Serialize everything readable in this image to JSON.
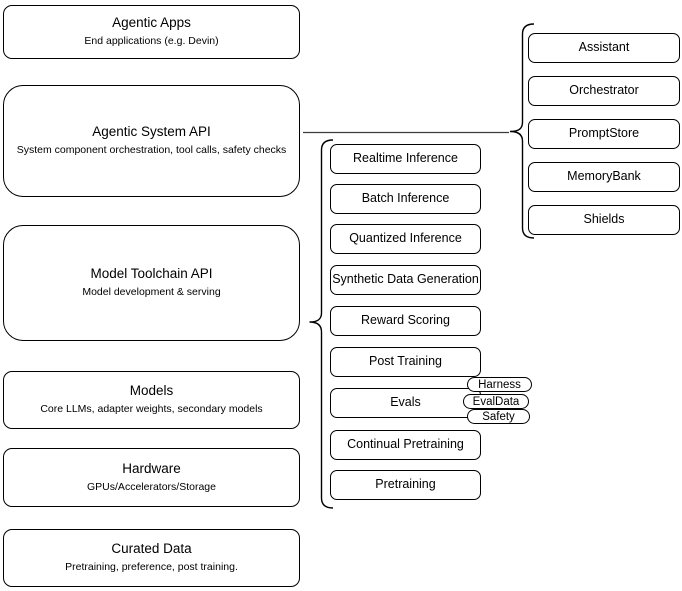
{
  "diagram": {
    "left_column": {
      "items": [
        {
          "title": "Agentic Apps",
          "subtitle": "End applications (e.g. Devin)"
        },
        {
          "title": "Agentic System API",
          "subtitle": "System component orchestration, tool calls, safety checks"
        },
        {
          "title": "Model Toolchain API",
          "subtitle": "Model development & serving"
        },
        {
          "title": "Models",
          "subtitle": "Core LLMs, adapter weights, secondary models"
        },
        {
          "title": "Hardware",
          "subtitle": "GPUs/Accelerators/Storage"
        },
        {
          "title": "Curated Data",
          "subtitle": "Pretraining, preference, post training."
        }
      ]
    },
    "toolchain_services": {
      "items": [
        {
          "label": "Realtime Inference"
        },
        {
          "label": "Batch Inference"
        },
        {
          "label": "Quantized Inference"
        },
        {
          "label": "Synthetic Data Generation"
        },
        {
          "label": "Reward Scoring"
        },
        {
          "label": "Post Training"
        },
        {
          "label": "Evals"
        },
        {
          "label": "Continual Pretraining"
        },
        {
          "label": "Pretraining"
        }
      ]
    },
    "eval_tags": {
      "items": [
        {
          "label": "Harness"
        },
        {
          "label": "EvalData"
        },
        {
          "label": "Safety"
        }
      ]
    },
    "system_components": {
      "items": [
        {
          "label": "Assistant"
        },
        {
          "label": "Orchestrator"
        },
        {
          "label": "PromptStore"
        },
        {
          "label": "MemoryBank"
        },
        {
          "label": "Shields"
        }
      ]
    },
    "colors": {
      "stroke": "#000000",
      "background": "#ffffff"
    }
  }
}
